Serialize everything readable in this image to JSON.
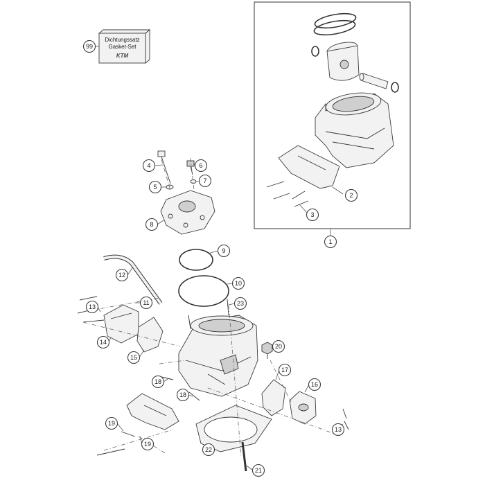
{
  "gasket_set": {
    "line1": "Dichtungssatz",
    "line2": "Gasket-Set",
    "logo": "KTM"
  },
  "callouts": {
    "c1": "1",
    "c2": "2",
    "c3": "3",
    "c4": "4",
    "c5": "5",
    "c6": "6",
    "c7": "7",
    "c8": "8",
    "c9": "9",
    "c10": "10",
    "c11": "11",
    "c12": "12",
    "c13a": "13",
    "c13b": "13",
    "c14": "14",
    "c15": "15",
    "c16": "16",
    "c17": "17",
    "c18a": "18",
    "c18b": "18",
    "c19a": "19",
    "c19b": "19",
    "c20": "20",
    "c21": "21",
    "c22": "22",
    "c23": "23",
    "c99": "99"
  }
}
